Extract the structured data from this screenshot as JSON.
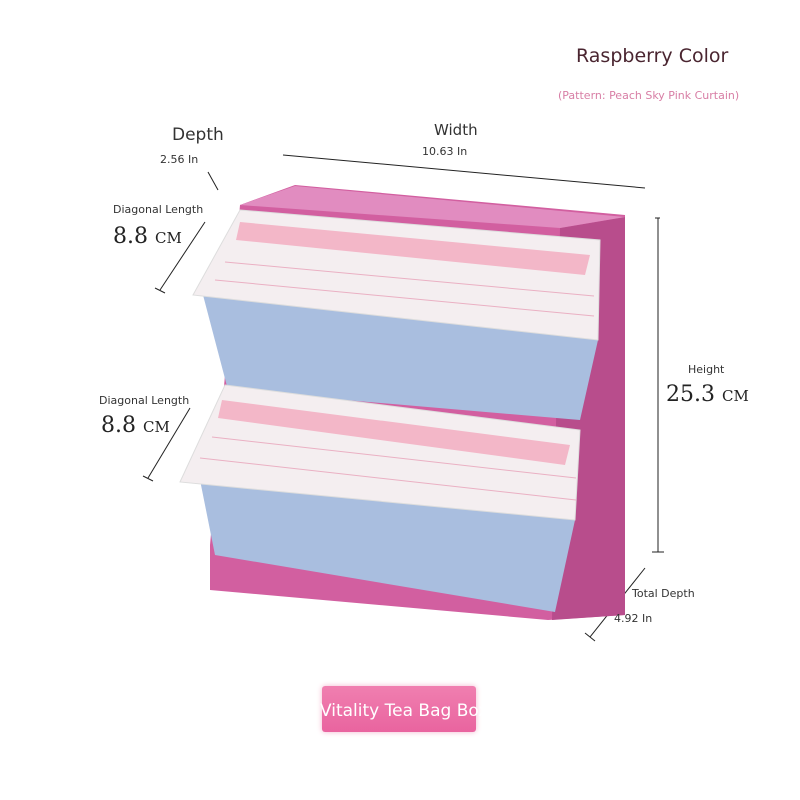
{
  "header": {
    "title": "Raspberry Color",
    "subtitle": "(Pattern: Peach Sky Pink Curtain)"
  },
  "dimensions": {
    "depth": {
      "label": "Depth",
      "value": "2.56 In"
    },
    "width": {
      "label": "Width",
      "value": "10.63 In"
    },
    "diagonal_top": {
      "label": "Diagonal Length",
      "value": "8.8",
      "unit": "CM"
    },
    "diagonal_bottom": {
      "label": "Diagonal Length",
      "value": "8.8",
      "unit": "CM"
    },
    "height": {
      "label": "Height",
      "value": "25.3",
      "unit": "CM"
    },
    "total_depth": {
      "label": "Total Depth",
      "value": "4.92 In"
    }
  },
  "banner": {
    "label": "Vitality Tea Bag Box"
  },
  "colors": {
    "frame": "#d25fa0",
    "drawer": "#a9bedf",
    "lid": "#f4eef0"
  }
}
